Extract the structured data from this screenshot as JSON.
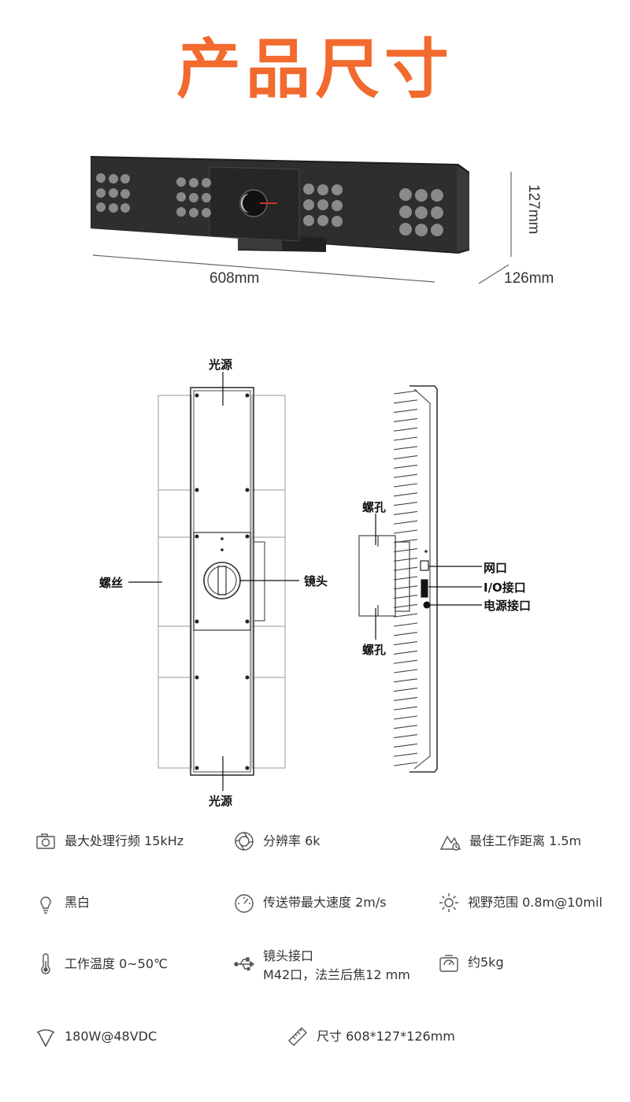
{
  "title": "产品尺寸",
  "dimensions": {
    "length": "608mm",
    "height": "127mm",
    "depth": "126mm"
  },
  "callouts": {
    "light_top": "光源",
    "light_bottom": "光源",
    "screw": "螺丝",
    "lens": "镜头",
    "screw_hole_top": "螺孔",
    "screw_hole_bottom": "螺孔",
    "network_port": "网口",
    "io_port": "I/O接口",
    "power_port": "电源接口"
  },
  "specs": {
    "line_rate": "最大处理行频 15kHz",
    "resolution": "分辨率 6k",
    "best_distance": "最佳工作距离 1.5m",
    "color": "黑白",
    "belt_speed": "传送带最大速度 2m/s",
    "field_of_view": "视野范围 0.8m@10mil",
    "temperature": "工作温度 0~50℃",
    "lens_mount_title": "镜头接口",
    "lens_mount_detail": "M42口，法兰后焦12 mm",
    "weight": "约5kg",
    "power": "180W@48VDC",
    "size": "尺寸  608*127*126mm"
  },
  "icons": [
    "camera-icon",
    "aperture-icon",
    "distance-icon",
    "bulb-icon",
    "speedometer-icon",
    "sun-icon",
    "thermometer-icon",
    "usb-icon",
    "scale-icon",
    "power-icon",
    "ruler-icon"
  ],
  "colors": {
    "title": "#f26a2e",
    "device": "#2b2b2b",
    "led": "#8a8a8a"
  }
}
